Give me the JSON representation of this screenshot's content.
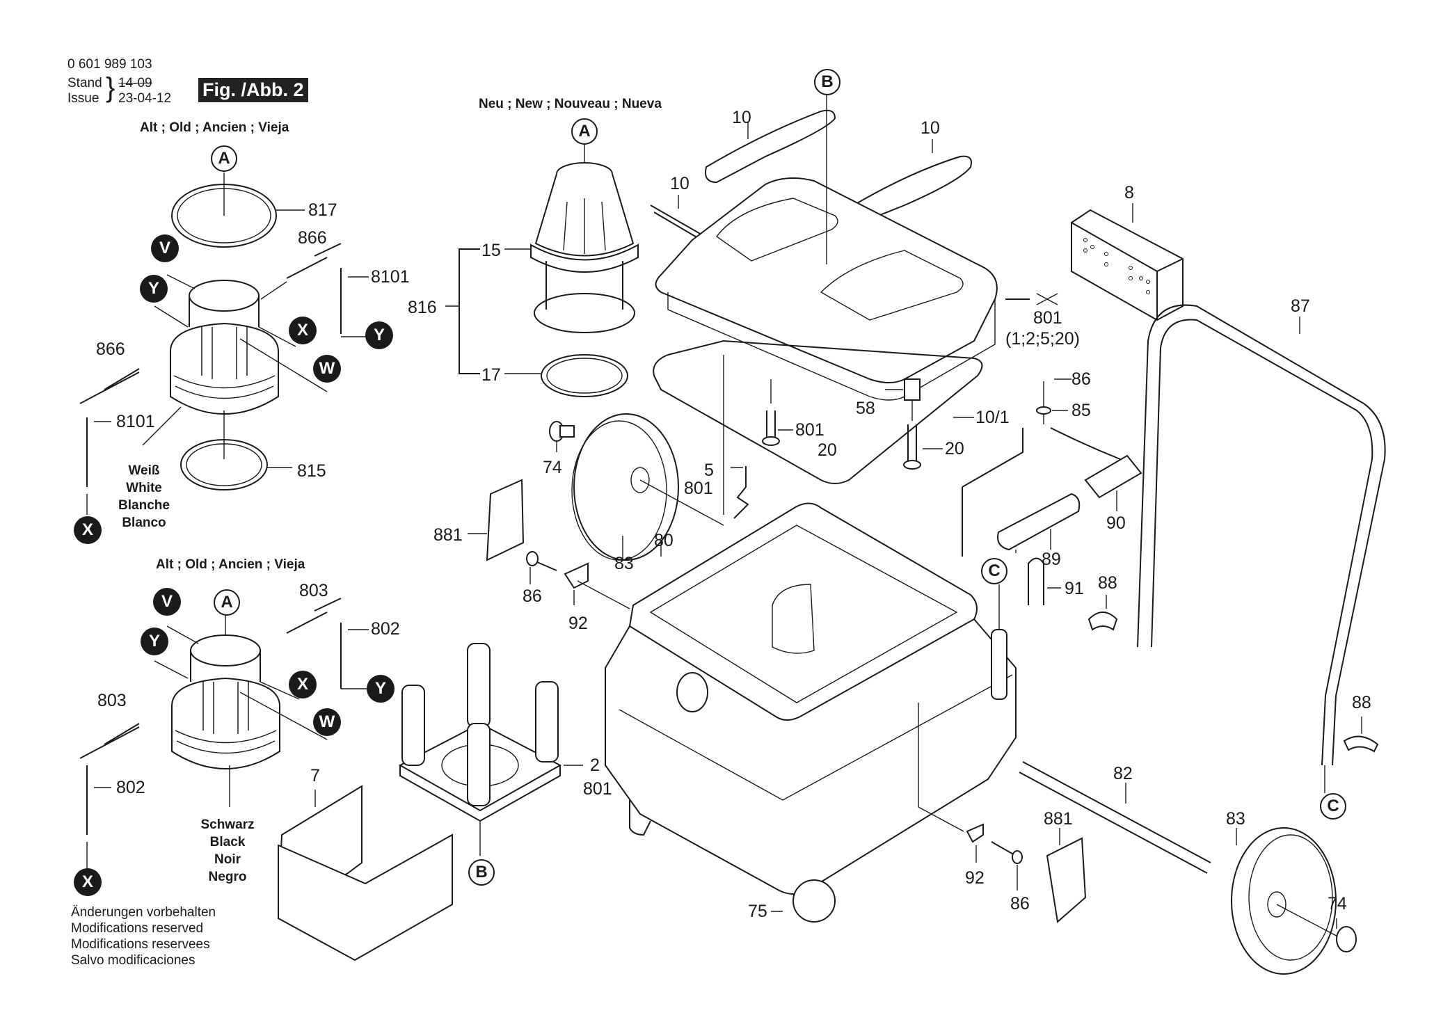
{
  "header": {
    "part_number": "0 601 989 103",
    "stand_label": "Stand",
    "issue_label": "Issue",
    "old_date": "14-09",
    "issue_date": "23-04-12",
    "figure_label": "Fig. /Abb. 2"
  },
  "captions": {
    "old_variant_top": "Alt ; Old ; Ancien ; Vieja",
    "old_variant_bottom": "Alt ; Old ; Ancien ; Vieja",
    "new_variant": "Neu ; New ; Nouveau ; Nueva",
    "white_lines": [
      "Weiß",
      "White",
      "Blanche",
      "Blanco"
    ],
    "black_lines": [
      "Schwarz",
      "Black",
      "Noir",
      "Negro"
    ]
  },
  "footer_note": [
    "Änderungen vorbehalten",
    "Modifications reserved",
    "Modifications reservees",
    "Salvo modificaciones"
  ],
  "reference_markers": {
    "A_top_old": "A",
    "A_new": "A",
    "A_bottom_old": "A",
    "B_top": "B",
    "B_bottom": "B",
    "C_body": "C",
    "C_handle": "C"
  },
  "wire_markers": {
    "top_motor": [
      "V",
      "Y",
      "X",
      "W",
      "Y",
      "X"
    ],
    "bottom_motor": [
      "V",
      "Y",
      "X",
      "W",
      "Y",
      "X"
    ]
  },
  "callouts": {
    "top_motor": {
      "ring_top": "817",
      "wire_right": "866",
      "terminal_right": "8101",
      "wire_left": "866",
      "terminal_left": "8101",
      "ring_bottom": "815"
    },
    "bottom_motor": {
      "wire_right": "803",
      "terminal_right": "802",
      "wire_left": "803",
      "terminal_left": "802"
    },
    "new_motor": {
      "assembly": "816",
      "upper": "15",
      "lower": "17"
    },
    "lid": {
      "seal_a": "10",
      "seal_b": "10",
      "seal_c": "10",
      "screw_group": "801",
      "screw_group_sub": "(1;2;5;20)",
      "screw": "801",
      "screw_sub": "20",
      "clip": "58",
      "gasket": "10/1",
      "screw_2": "20"
    },
    "filter_block": "8",
    "handle": "87",
    "screw_86_top": "86",
    "washer_85": "85",
    "cap_90": "90",
    "tube_89": "89",
    "clamp_91": "91",
    "clip_88_a": "88",
    "clip_88_b": "88",
    "axle_82": "82",
    "wheel_83_left": "83",
    "wheel_83_right": "83",
    "cap_74_left": "74",
    "cap_74_right": "74",
    "latch_5": "5",
    "latch_801": "801",
    "cover_881_left": "881",
    "cover_881_right": "881",
    "screw_86_left": "86",
    "screw_86_right": "86",
    "plate_92_left": "92",
    "plate_92_right": "92",
    "body_80": "80",
    "base_2": "2",
    "base_801": "801",
    "bracket_7": "7",
    "caster_75": "75"
  }
}
